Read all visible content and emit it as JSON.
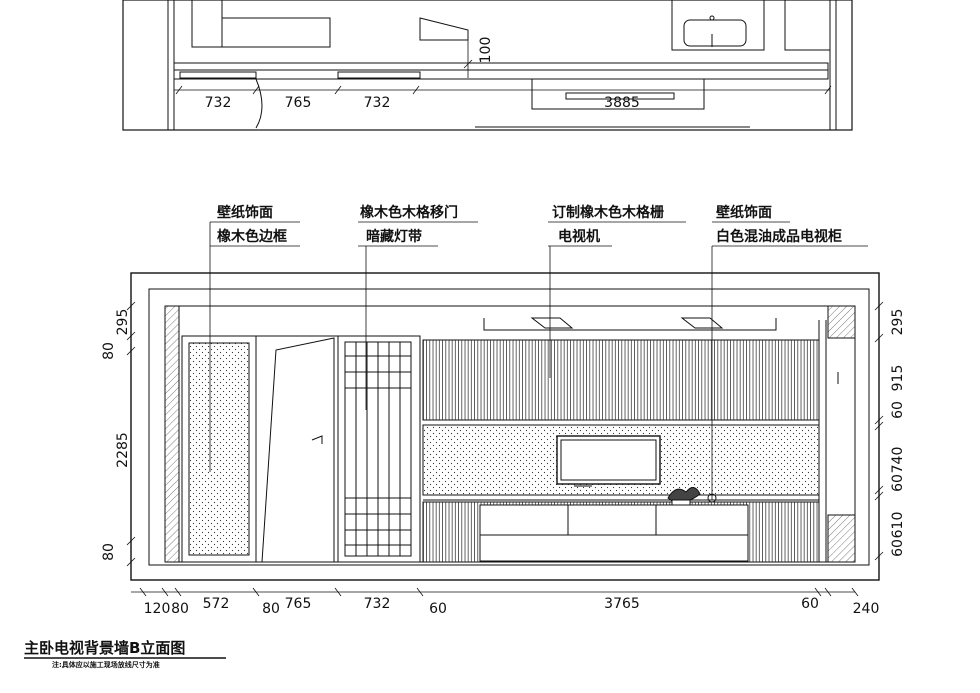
{
  "plan_dims": {
    "w1": "732",
    "w2": "765",
    "w3": "732",
    "w4": "3885",
    "d1": "100"
  },
  "callouts": [
    {
      "line1": "壁纸饰面",
      "line2": "橡木色边框"
    },
    {
      "line1": "橡木色木格移门",
      "line2": "暗藏灯带"
    },
    {
      "line1": "订制橡木色木格栅",
      "line2": "电视机"
    },
    {
      "line1": "壁纸饰面",
      "line2": "白色混油成品电视柜"
    }
  ],
  "bottom_dims": [
    "120",
    "80",
    "572",
    "80",
    "765",
    "732",
    "60",
    "3765",
    "60",
    "240"
  ],
  "left_dims": [
    "295",
    "80",
    "2285",
    "80"
  ],
  "right_dims": [
    "295",
    "915",
    "60",
    "740",
    "60",
    "610",
    "60"
  ],
  "title": "主卧电视背景墙B立面图",
  "note": "注:具体应以施工现场放线尺寸为准",
  "colors": {
    "line": "#111111",
    "paper": "#ffffff"
  }
}
